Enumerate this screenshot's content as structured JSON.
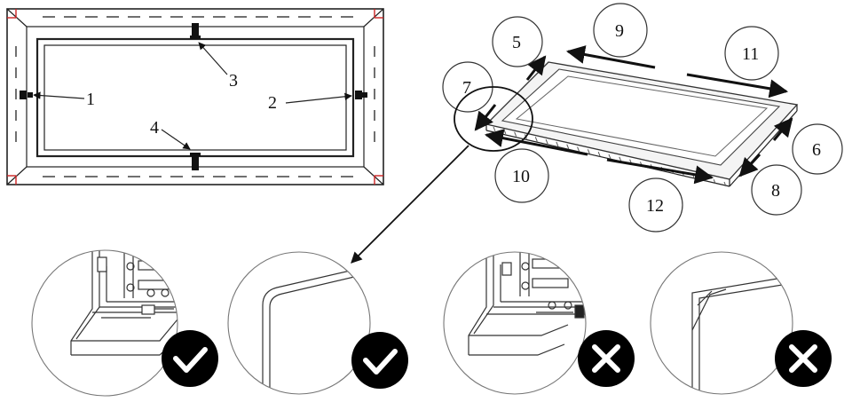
{
  "plan_view": {
    "labels": [
      "1",
      "2",
      "3",
      "4"
    ]
  },
  "iso_view": {
    "step_labels": [
      "5",
      "6",
      "7",
      "8",
      "9",
      "10",
      "11",
      "12"
    ]
  },
  "details": [
    {
      "name": "corner-fastener-detail",
      "result": "correct",
      "icon": "check-icon"
    },
    {
      "name": "corner-seal-detail",
      "result": "correct",
      "icon": "check-icon"
    },
    {
      "name": "corner-fastener-detail",
      "result": "incorrect",
      "icon": "cross-icon"
    },
    {
      "name": "corner-seal-detail",
      "result": "incorrect",
      "icon": "cross-icon"
    }
  ],
  "colors": {
    "line": "#222222",
    "badge": "#000000",
    "accent": "#cc2222"
  }
}
